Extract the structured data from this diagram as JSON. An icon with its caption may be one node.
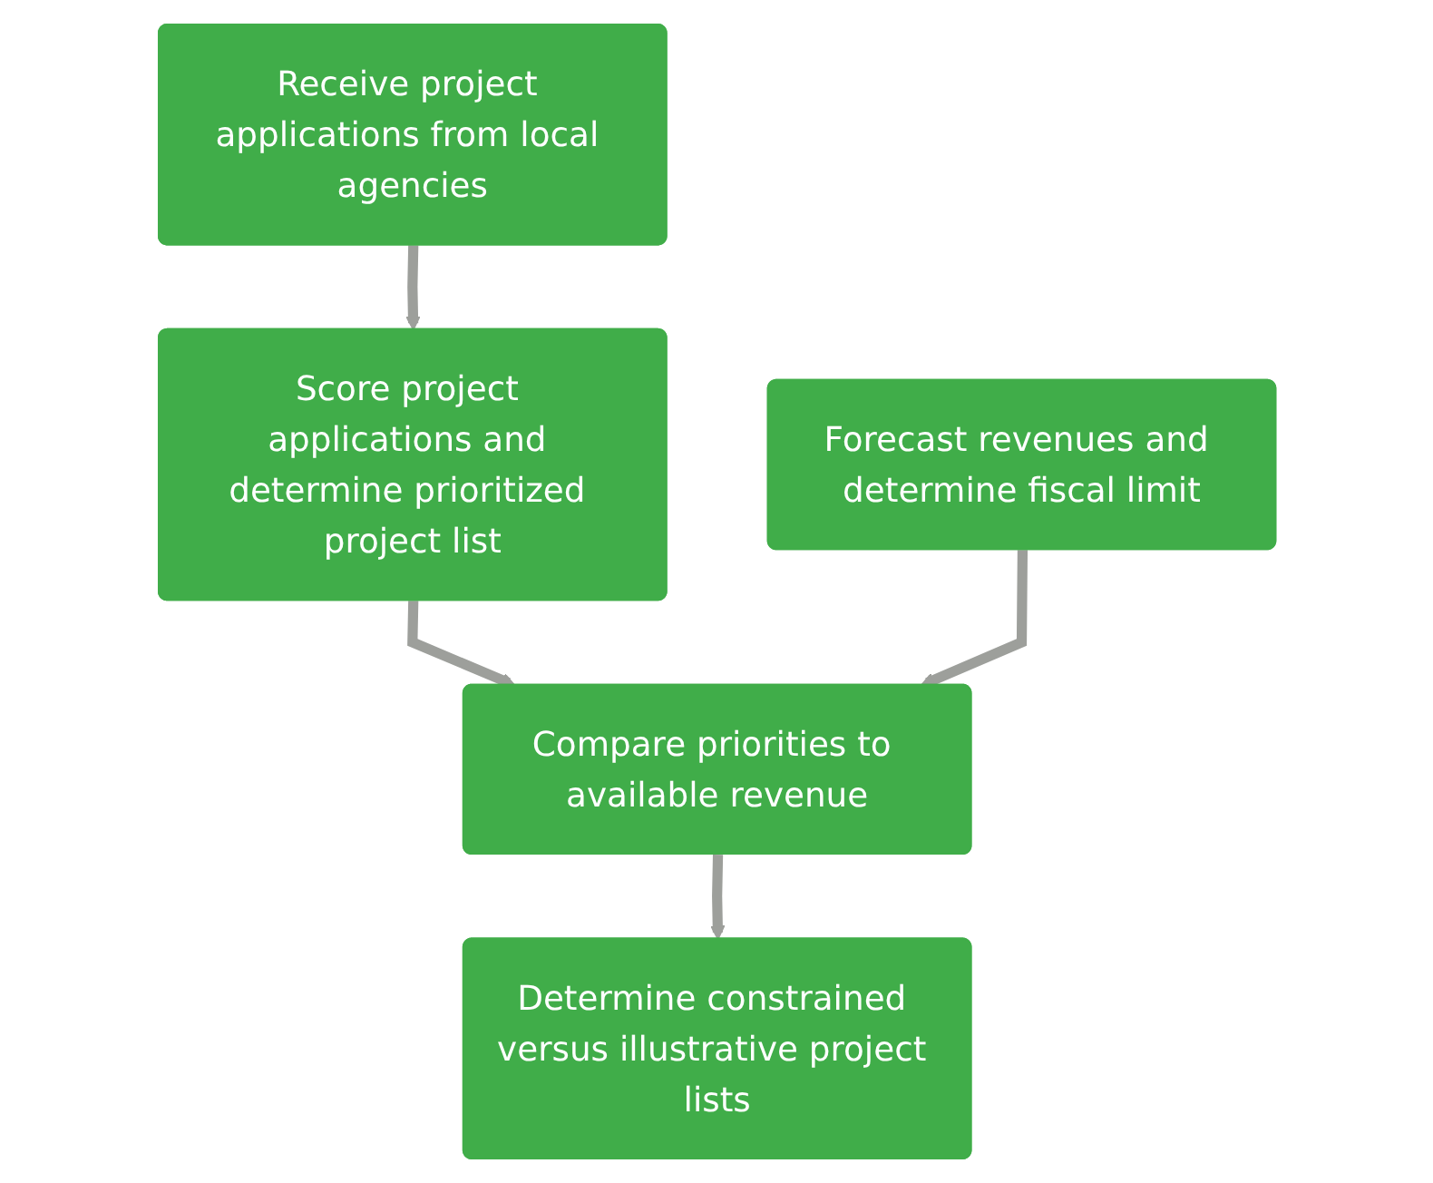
{
  "diagram": {
    "nodes": [
      {
        "text": [
          "Receive project applications from local agencies"
        ]
      },
      {
        "text": [
          "Score project applications and determine prioritized project list"
        ]
      },
      {
        "text": [
          "Forecast revenues and determine fiscal limit"
        ]
      },
      {
        "text": [
          "Compare priorities to available revenue"
        ]
      },
      {
        "text": [
          "Determine constrained versus illustrative project lists"
        ]
      }
    ],
    "edges": [
      {
        "from": 0,
        "to": 1,
        "arrow": "to"
      },
      {
        "from": 1,
        "to": 3,
        "arrow": "to"
      },
      {
        "from": 2,
        "to": 3,
        "arrow": "to"
      },
      {
        "from": 3,
        "to": 4,
        "arrow": "to"
      }
    ]
  }
}
